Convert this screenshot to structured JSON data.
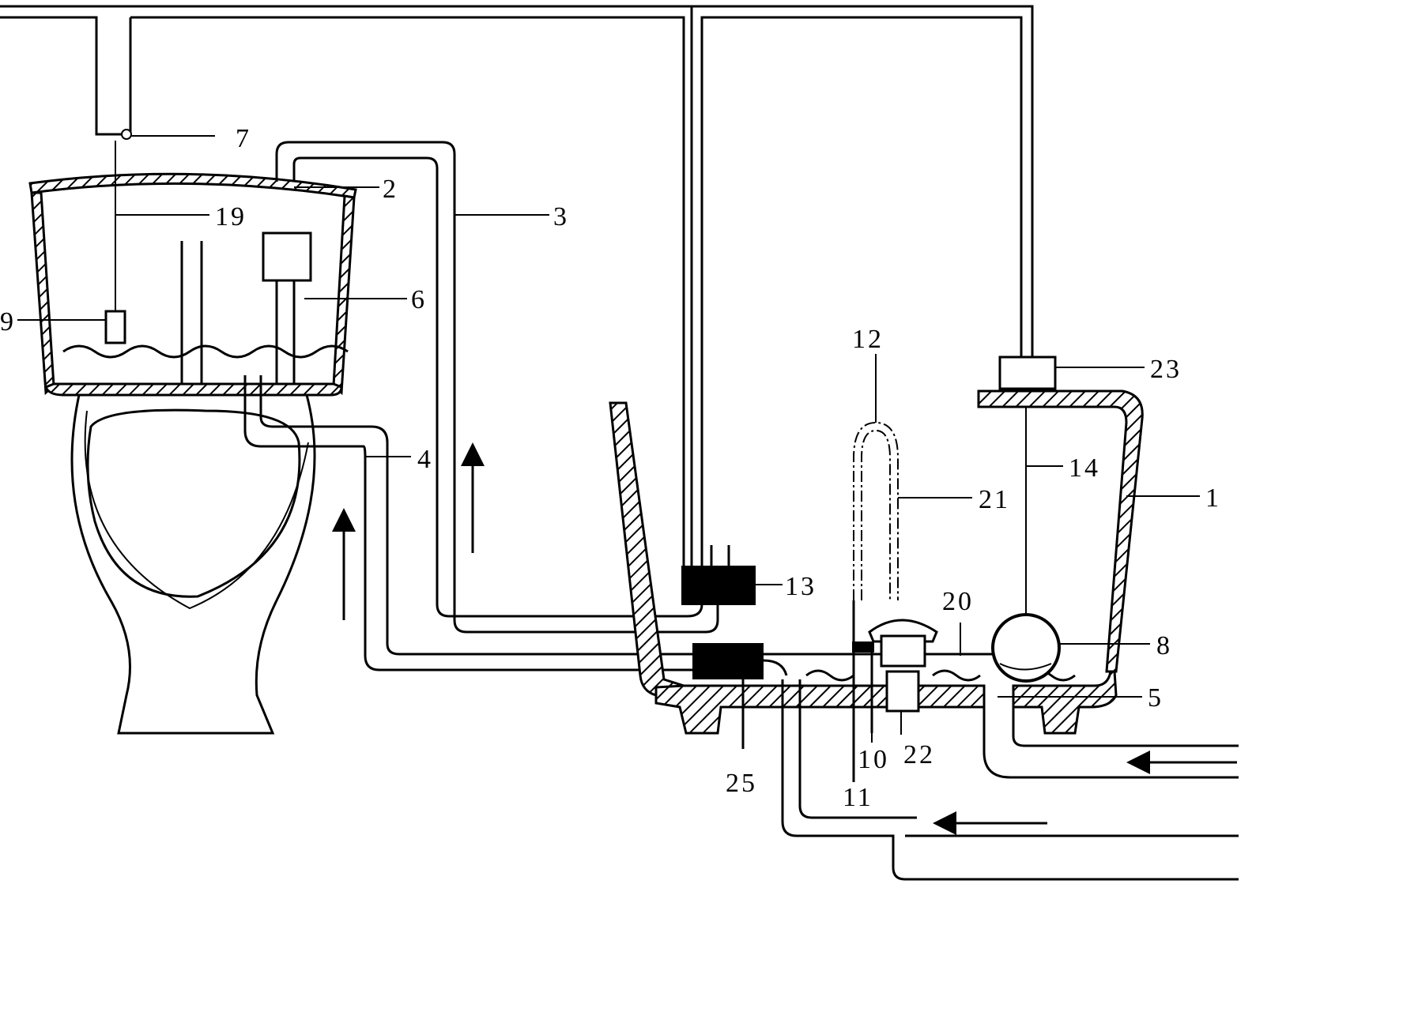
{
  "labels": {
    "l1": "1",
    "l2": "2",
    "l3": "3",
    "l4": "4",
    "l5": "5",
    "l6": "6",
    "l7": "7",
    "l8": "8",
    "l9": "9",
    "l10": "10",
    "l11": "11",
    "l12": "12",
    "l13": "13",
    "l14": "14",
    "l19": "19",
    "l20": "20",
    "l21": "21",
    "l22": "22",
    "l23": "23",
    "l25": "25"
  }
}
